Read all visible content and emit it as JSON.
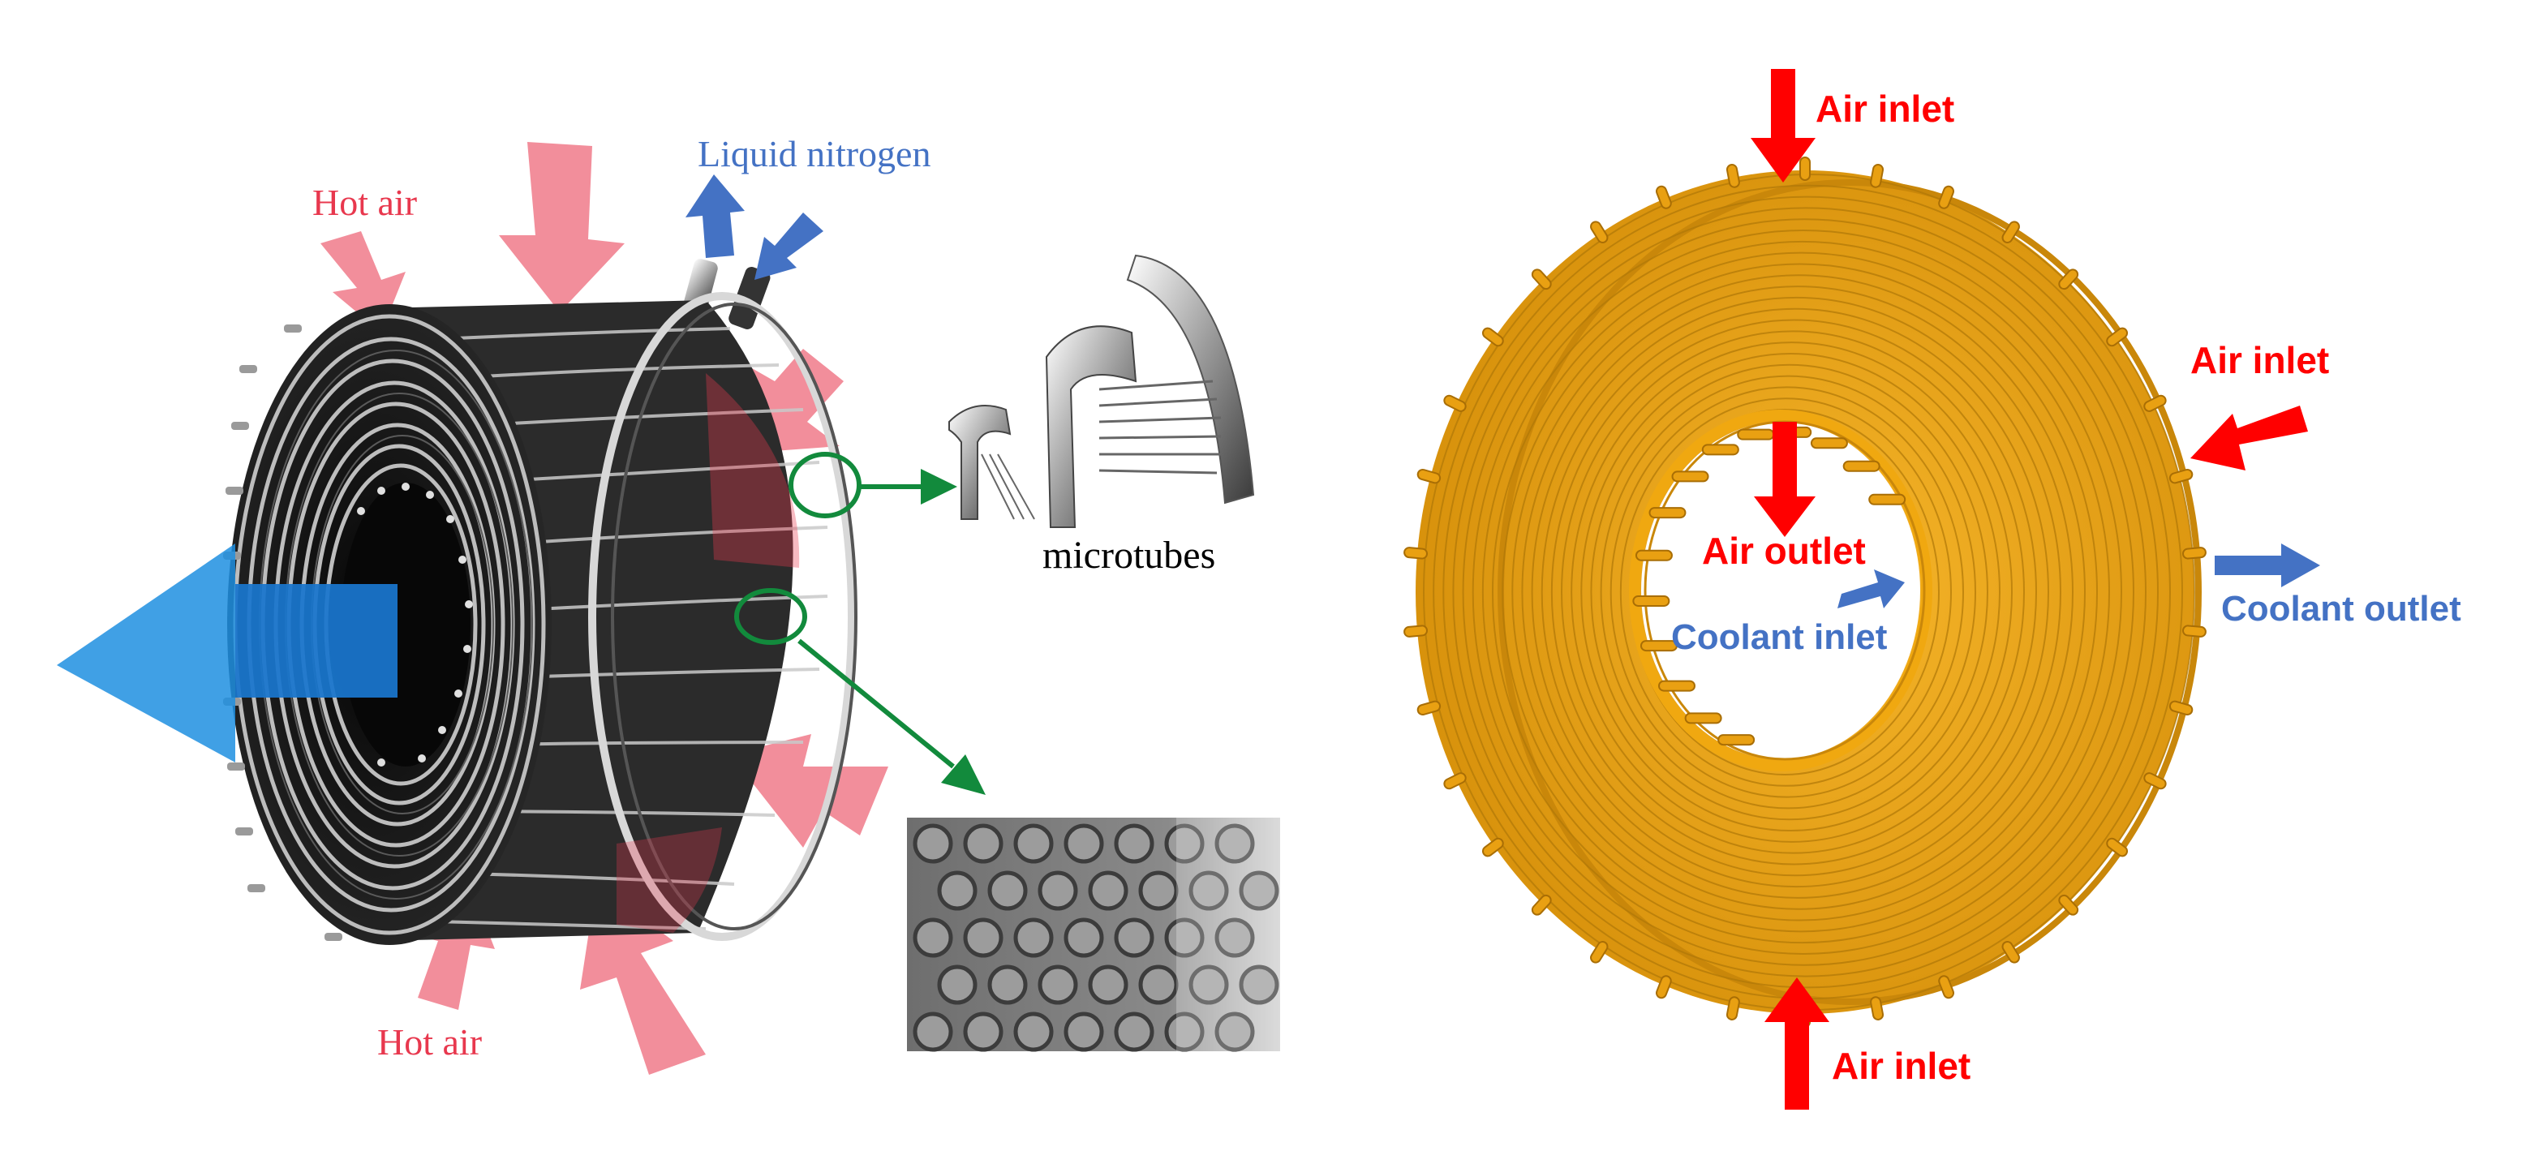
{
  "left_panel": {
    "labels": {
      "liquid_nitrogen": "Liquid nitrogen",
      "hot_air_top": "Hot air",
      "hot_air_bottom": "Hot air",
      "microtubes": "microtubes"
    }
  },
  "right_panel": {
    "labels": {
      "air_inlet_top": "Air inlet",
      "air_inlet_right": "Air inlet",
      "air_inlet_bottom": "Air inlet",
      "air_outlet": "Air outlet",
      "coolant_inlet": "Coolant inlet",
      "coolant_outlet": "Coolant outlet"
    }
  },
  "colors": {
    "hot_air": "#e8384e",
    "hot_air_arrow": "#f07a8a",
    "nitrogen": "#4472c4",
    "exhaust": "#1e8fe0",
    "callout": "#128a3c",
    "air_red": "#ff0000",
    "coolant_blue": "#4472c4",
    "ring_gold": "#f0a810",
    "ring_dark": "#c9870a"
  }
}
